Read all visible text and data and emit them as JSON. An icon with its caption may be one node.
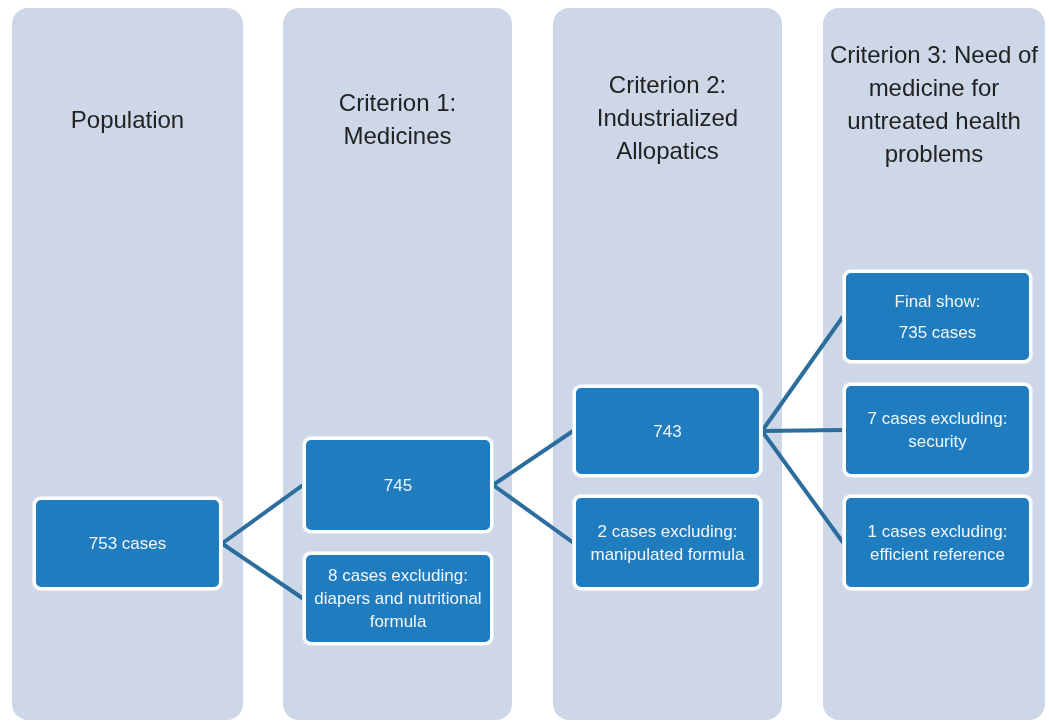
{
  "diagram": {
    "nodes": [
      {
        "text": [
          "Population"
        ]
      },
      {
        "text": [
          "Criterion 1: Medicines"
        ]
      },
      {
        "text": [
          "Criterion 2: Industrialized Allopatics"
        ]
      },
      {
        "text": [
          "Criterion 3: Need of medicine for untreated health problems"
        ]
      },
      {
        "text": [
          "753 cases"
        ],
        "in": 0
      },
      {
        "text": [
          "745"
        ],
        "in": 1
      },
      {
        "text": [
          "8 cases excluding: diapers and nutritional formula"
        ],
        "in": 1
      },
      {
        "text": [
          "743"
        ],
        "in": 2
      },
      {
        "text": [
          "2 cases excluding: manipulated formula"
        ],
        "in": 2
      },
      {
        "text": [
          "Final show:",
          "735 cases"
        ],
        "in": 3
      },
      {
        "text": [
          "7 cases excluding: security"
        ],
        "in": 3
      },
      {
        "text": [
          "1 cases excluding: efficient reference"
        ],
        "in": 3
      }
    ],
    "edges": [
      {
        "from": 4,
        "to": 5,
        "arrow": "none"
      },
      {
        "from": 4,
        "to": 6,
        "arrow": "none"
      },
      {
        "from": 5,
        "to": 7,
        "arrow": "none"
      },
      {
        "from": 5,
        "to": 8,
        "arrow": "none"
      },
      {
        "from": 7,
        "to": 9,
        "arrow": "none"
      },
      {
        "from": 7,
        "to": 10,
        "arrow": "none"
      },
      {
        "from": 7,
        "to": 11,
        "arrow": "none"
      }
    ]
  }
}
